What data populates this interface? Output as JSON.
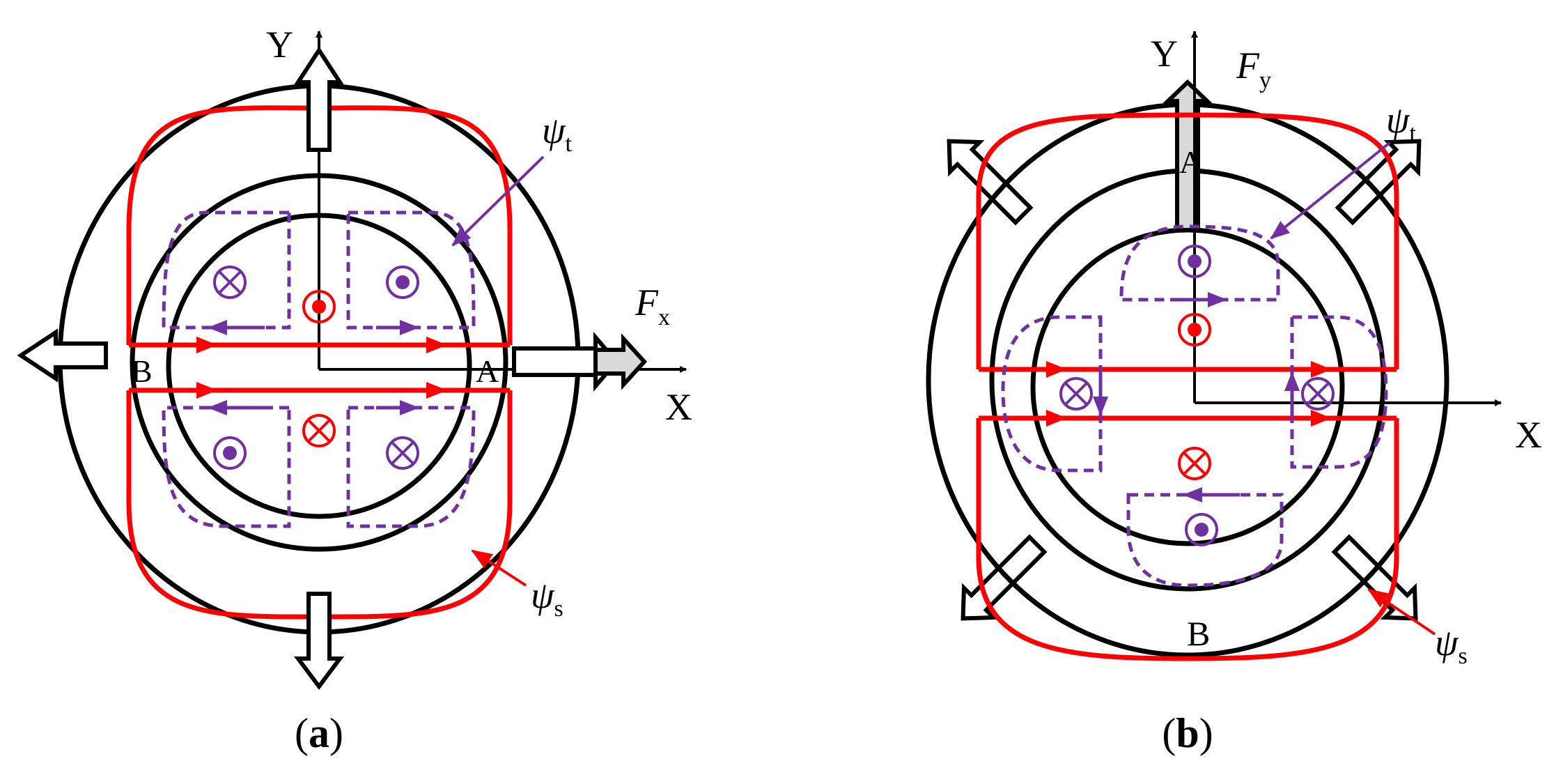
{
  "colors": {
    "frame": "#000000",
    "stator_flux": "#ff0000",
    "suspension_flux": "#7030a0",
    "force_fill": "#d9d9d9"
  },
  "panel_a": {
    "axis_y": "Y",
    "axis_x": "X",
    "point_a": "A",
    "point_b": "B",
    "force": {
      "main": "F",
      "sub": "x"
    },
    "psi_t": {
      "main": "ψ",
      "sub": "t"
    },
    "psi_s": {
      "main": "ψ",
      "sub": "s"
    },
    "caption": {
      "open": "(",
      "letter": "a",
      "close": ")"
    }
  },
  "panel_b": {
    "axis_y": "Y",
    "axis_x": "X",
    "point_a": "A",
    "point_b": "B",
    "force": {
      "main": "F",
      "sub": "y"
    },
    "psi_t": {
      "main": "ψ",
      "sub": "t"
    },
    "psi_s": {
      "main": "ψ",
      "sub": "s"
    },
    "caption": {
      "open": "(",
      "letter": "b",
      "close": ")"
    }
  }
}
